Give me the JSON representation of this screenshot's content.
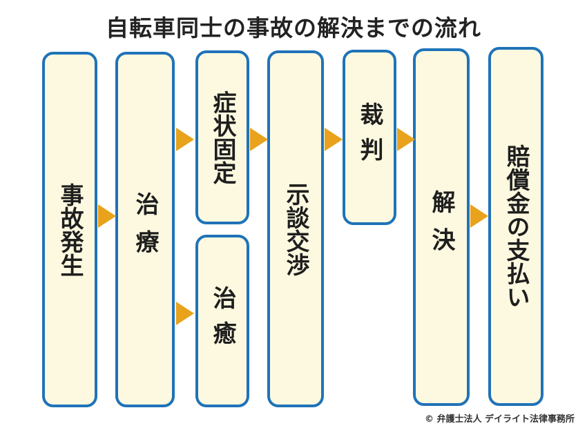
{
  "title": "自転車同士の事故の解決までの流れ",
  "steps": {
    "accident": "事故発生",
    "treatment": "治療",
    "symptom_fixed": "症状固定",
    "cured": "治癒",
    "settlement": "示談交渉",
    "trial": "裁判",
    "resolution": "解決",
    "payment": "賠償金の支払い"
  },
  "copyright": "© 弁護士法人 デイライト法律事務所",
  "colors": {
    "box_border": "#1f73b8",
    "box_fill": "#fdf9e0",
    "arrow": "#e8a21c"
  }
}
